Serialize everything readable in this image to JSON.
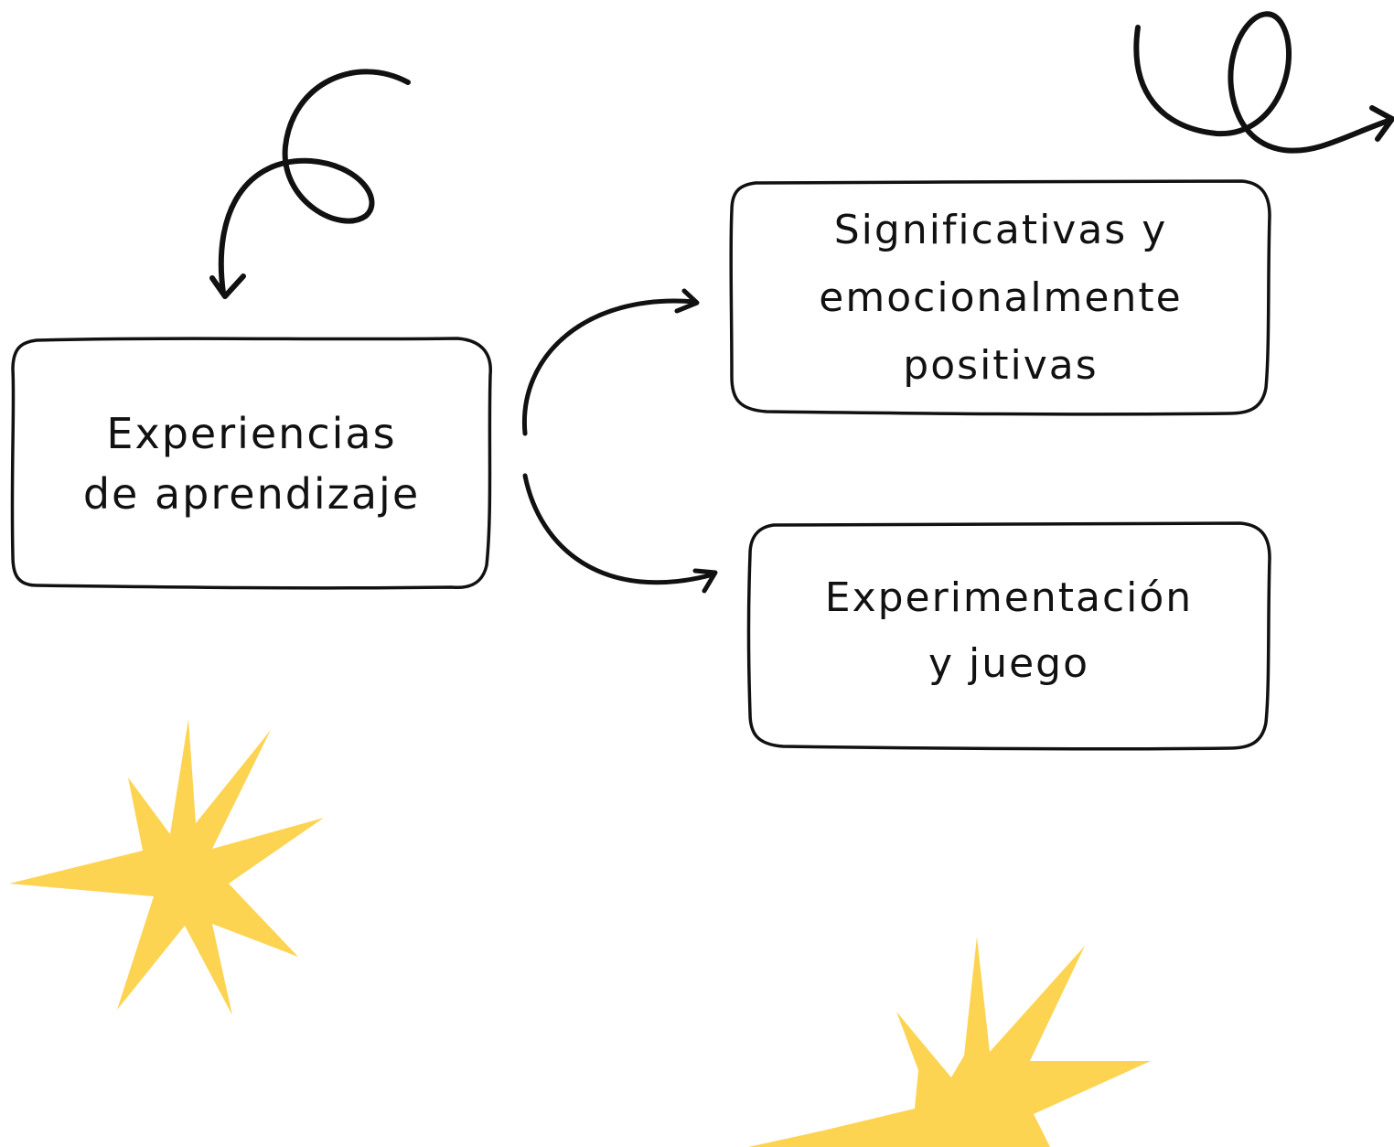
{
  "nodes": {
    "main": {
      "lines": [
        "Experiencias",
        "de aprendizaje"
      ]
    },
    "top": {
      "lines": [
        "Significativas y",
        "emocionalmente",
        "positivas"
      ]
    },
    "bottom": {
      "lines": [
        "Experimentación",
        "y juego"
      ]
    }
  },
  "edges": [
    {
      "from": "main",
      "to": "top"
    },
    {
      "from": "main",
      "to": "bottom"
    }
  ],
  "decorations": {
    "star_color": "#FDD451",
    "ink_color": "#111111",
    "items": [
      "spiral-arrow-icon",
      "loop-arrow-icon",
      "star-icon",
      "star-icon"
    ]
  }
}
